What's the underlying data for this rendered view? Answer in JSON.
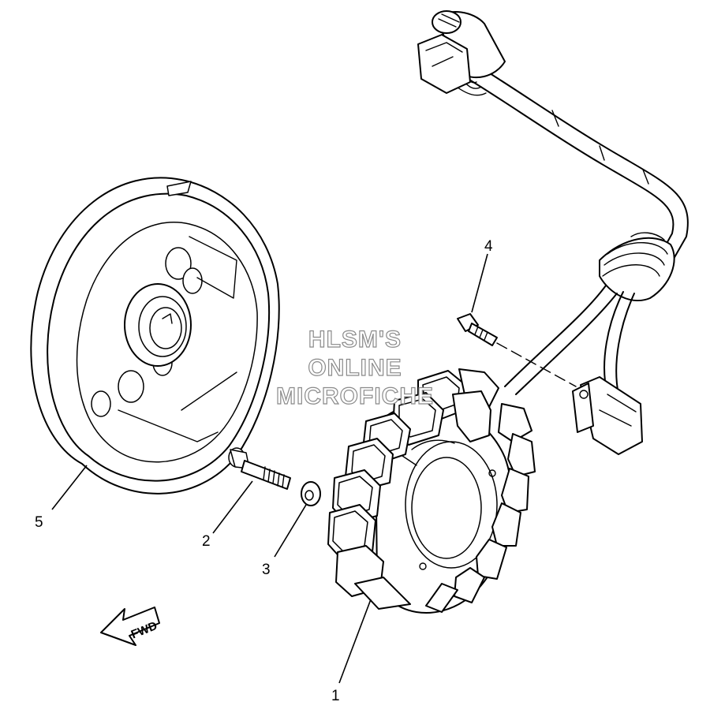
{
  "parts": [
    {
      "number": "1",
      "name_hint": "stator-assembly"
    },
    {
      "number": "2",
      "name_hint": "bolt"
    },
    {
      "number": "3",
      "name_hint": "washer"
    },
    {
      "number": "4",
      "name_hint": "screw"
    },
    {
      "number": "5",
      "name_hint": "rotor-flywheel"
    }
  ],
  "watermark": {
    "line1": "HLSM'S",
    "line2": "ONLINE",
    "line3": "MICROFICHE"
  },
  "direction_label": "FWD",
  "colors": {
    "line": "#000000",
    "background": "#ffffff",
    "watermark_outline": "#8a8a8a"
  }
}
